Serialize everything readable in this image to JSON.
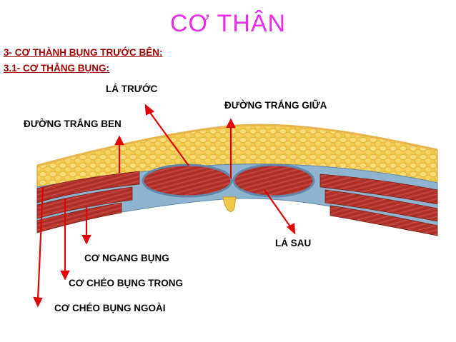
{
  "title": "CƠ THÂN",
  "headings": {
    "section": "3- CƠ THÀNH BỤNG TRƯỚC BÊN:",
    "subsection": "3.1- CƠ THẲNG BỤNG:"
  },
  "labels": {
    "anterior_sheath": "LÁ TRƯỚC",
    "linea_alba": "ĐƯỜNG TRẮNG GIỮA",
    "linea_semilunaris": "ĐƯỜNG TRẮNG BEN",
    "posterior_sheath": "LÁ SAU",
    "transversus": "CƠ NGANG BỤNG",
    "internal_oblique": "CƠ CHÉO BỤNG TRONG",
    "external_oblique": "CƠ CHÉO BỤNG NGOÀI"
  },
  "colors": {
    "title": "#e62ee6",
    "heading": "#a30000",
    "arrow": "#e00000",
    "fat": "#f0c84a",
    "muscle": "#b5342c",
    "fascia": "#8fb4cf"
  }
}
